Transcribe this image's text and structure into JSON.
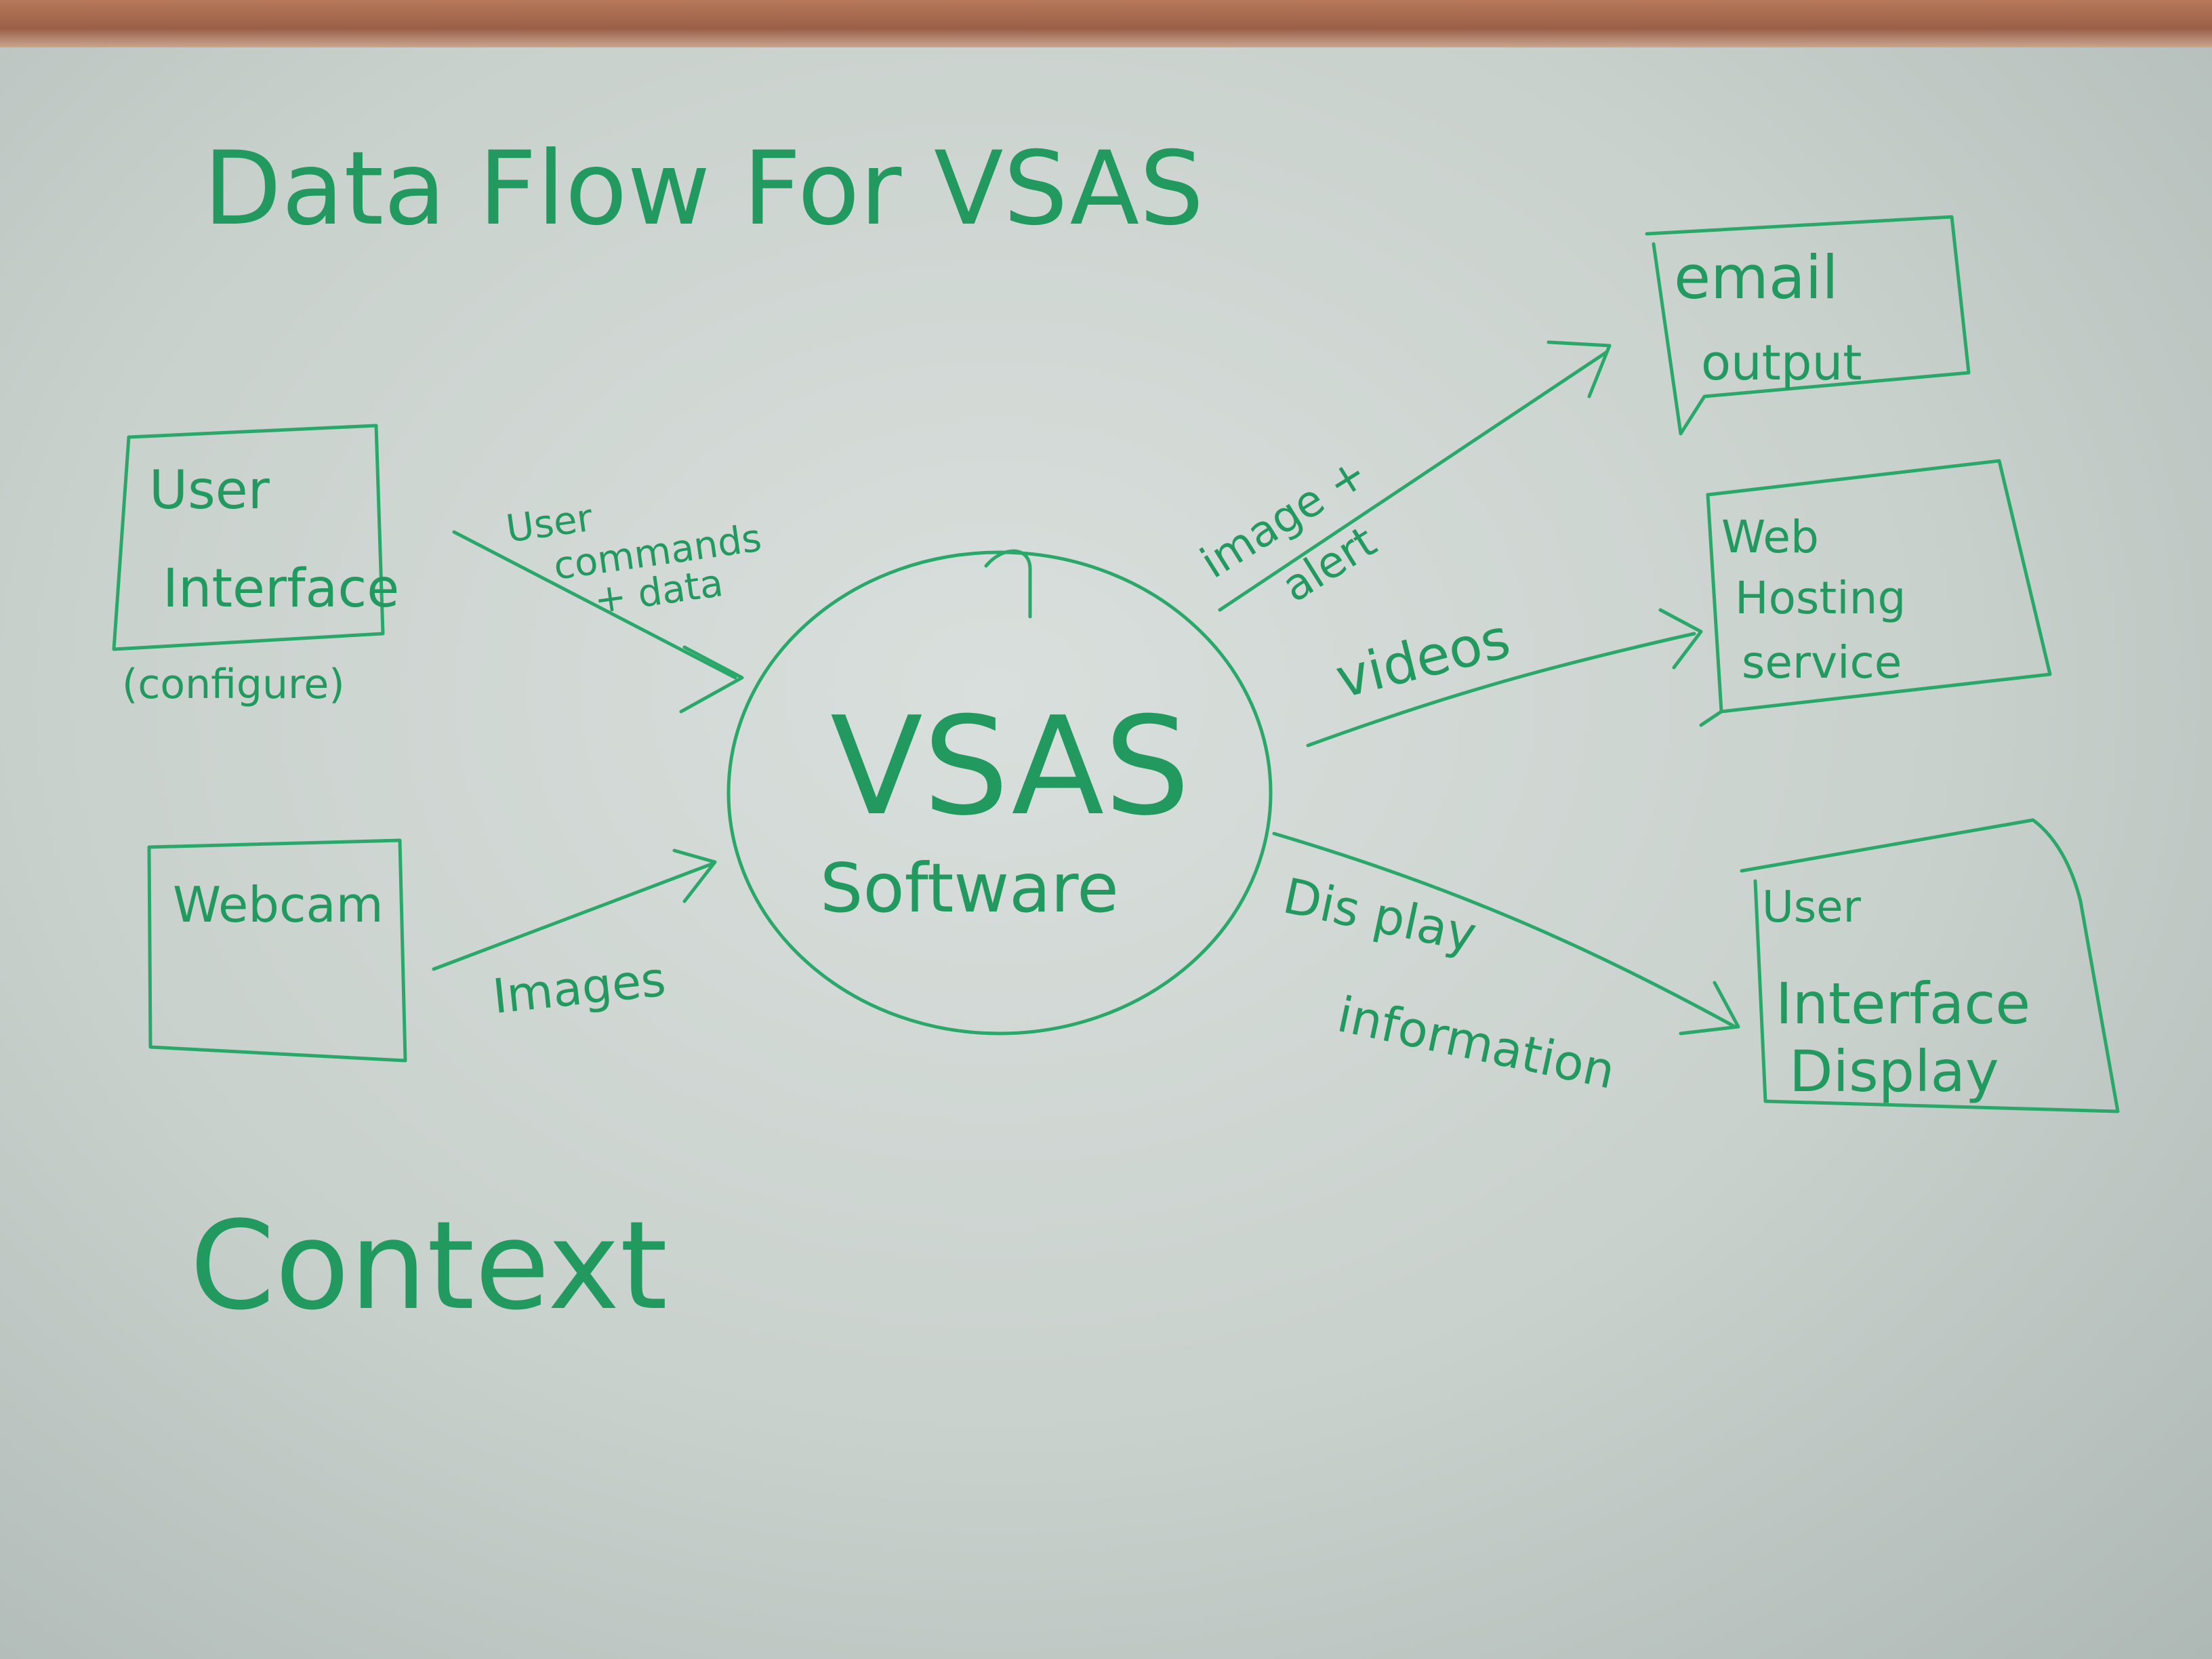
{
  "title": "Data Flow For VSAS",
  "center": {
    "line1": "VSAS",
    "line2": "Software"
  },
  "left_nodes": {
    "user_interface": {
      "line1": "User",
      "line2": "Interface",
      "note": "(configure)"
    },
    "webcam": {
      "label": "Webcam"
    }
  },
  "right_nodes": {
    "email": {
      "line1": "email",
      "line2": "output"
    },
    "web_hosting": {
      "line1": "Web",
      "line2": "Hosting",
      "line3": "service"
    },
    "ui_display": {
      "line1": "User",
      "line2": "Interface",
      "line3": "Display"
    }
  },
  "flows": {
    "user_commands": {
      "line1": "User",
      "line2": "commands",
      "line3": "+ data"
    },
    "images": {
      "label": "Images"
    },
    "image_alert": {
      "line1": "image +",
      "line2": "alert"
    },
    "videos": {
      "label": "videos"
    },
    "display_info": {
      "line1": "Dis play",
      "line2": "information"
    }
  },
  "footer": "Context",
  "colors": {
    "ink": "#2aa86a",
    "board": "#d9dfdc",
    "frame": "#b7785a"
  }
}
